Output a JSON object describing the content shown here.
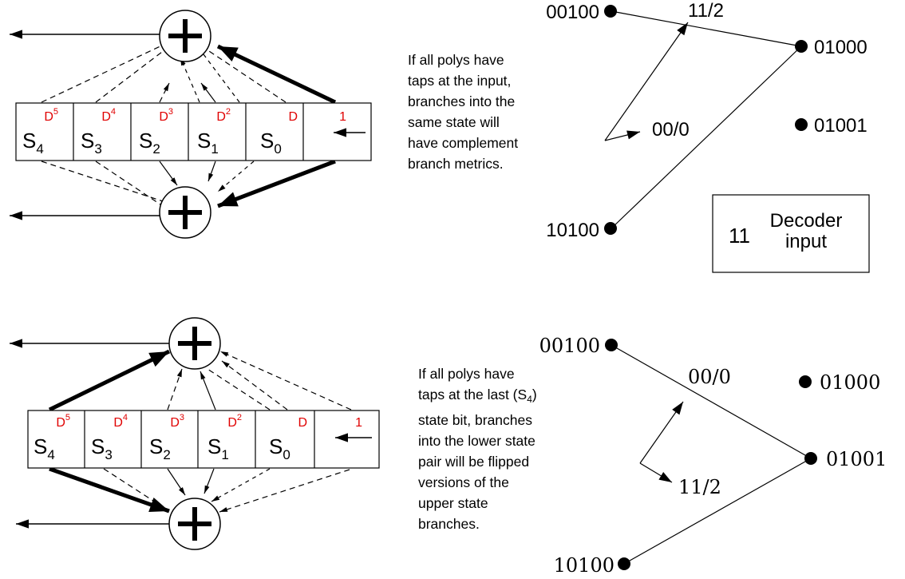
{
  "top": {
    "register": {
      "cells": [
        {
          "state": "S",
          "sub": "4",
          "delay": "D",
          "delay_sup": "5"
        },
        {
          "state": "S",
          "sub": "3",
          "delay": "D",
          "delay_sup": "4"
        },
        {
          "state": "S",
          "sub": "2",
          "delay": "D",
          "delay_sup": "3"
        },
        {
          "state": "S",
          "sub": "1",
          "delay": "D",
          "delay_sup": "2"
        },
        {
          "state": "S",
          "sub": "0",
          "delay": "D",
          "delay_sup": ""
        },
        {
          "state": "",
          "sub": "",
          "delay": "1",
          "delay_sup": ""
        }
      ]
    },
    "note_lines": [
      "If all polys have",
      "taps at the input,",
      "branches into the",
      "same state will",
      "have complement",
      "branch metrics."
    ],
    "states": {
      "a": "00100",
      "b": "01000",
      "c": "01001",
      "d": "10100"
    },
    "branch_labels": {
      "upper": "11/2",
      "lower": "00/0"
    },
    "decoder_box": {
      "value": "11",
      "label_line1": "Decoder",
      "label_line2": "input"
    }
  },
  "bottom": {
    "register": {
      "cells": [
        {
          "state": "S",
          "sub": "4",
          "delay": "D",
          "delay_sup": "5"
        },
        {
          "state": "S",
          "sub": "3",
          "delay": "D",
          "delay_sup": "4"
        },
        {
          "state": "S",
          "sub": "2",
          "delay": "D",
          "delay_sup": "3"
        },
        {
          "state": "S",
          "sub": "1",
          "delay": "D",
          "delay_sup": "2"
        },
        {
          "state": "S",
          "sub": "0",
          "delay": "D",
          "delay_sup": ""
        },
        {
          "state": "",
          "sub": "",
          "delay": "1",
          "delay_sup": ""
        }
      ]
    },
    "note_lines": [
      "If all polys have",
      "taps at the last (S",
      "4",
      ")",
      "state bit, branches",
      "into the lower state",
      "pair will be flipped",
      "versions of the",
      "upper state",
      "branches."
    ],
    "states": {
      "a": "00100",
      "b": "01000",
      "c": "01001",
      "d": "10100"
    },
    "branch_labels": {
      "upper": "00/0",
      "lower": "11/2"
    }
  },
  "colors": {
    "delay_text": "#e00000",
    "lines": "#000000"
  }
}
